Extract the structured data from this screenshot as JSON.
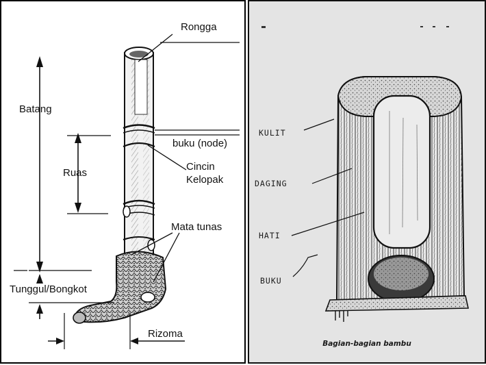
{
  "left": {
    "labels": {
      "rongga": "Rongga",
      "batang": "Batang",
      "buku": "buku (node)",
      "ruas": "Ruas",
      "cincin_line1": "Cincin",
      "cincin_line2": "Kelopak",
      "mata_tunas": "Mata tunas",
      "tunggul": "Tunggul/Bongkot",
      "rizoma": "Rizoma"
    }
  },
  "right": {
    "labels": {
      "kulit": "KULIT",
      "daging": "DAGING",
      "hati": "HATI",
      "buku": "BUKU"
    },
    "caption": "Bagian-bagian bambu"
  }
}
